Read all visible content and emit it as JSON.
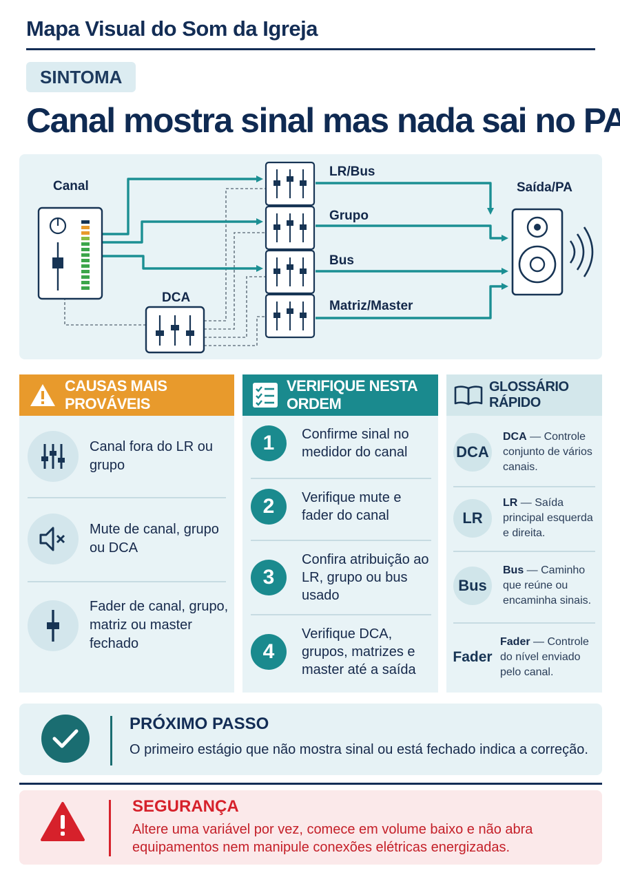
{
  "header": {
    "app_title": "Mapa Visual do Som da Igreja",
    "symptom_label": "SINTOMA",
    "headline": "Canal mostra sinal mas nada sai no PA"
  },
  "diagram": {
    "canal_label": "Canal",
    "dca_label": "DCA",
    "output_label": "Saída/PA",
    "stages": [
      {
        "label": "LR/Bus"
      },
      {
        "label": "Grupo"
      },
      {
        "label": "Bus"
      },
      {
        "label": "Matriz/Master"
      }
    ]
  },
  "causes": {
    "title": "CAUSAS MAIS PROVÁVEIS",
    "color": "#e89a2c",
    "items": [
      {
        "icon": "fader-icon",
        "text": "Canal fora do LR ou grupo"
      },
      {
        "icon": "mute-speaker-icon",
        "text": "Mute de canal, grupo ou DCA"
      },
      {
        "icon": "single-fader-icon",
        "text": "Fader de canal, grupo, matriz ou master fechado"
      }
    ]
  },
  "steps": {
    "title": "VERIFIQUE NESTA ORDEM",
    "color": "#1a8a8e",
    "items": [
      {
        "num": "1",
        "text": "Confirme sinal no medidor do canal"
      },
      {
        "num": "2",
        "text": "Verifique mute e fader do canal"
      },
      {
        "num": "3",
        "text": "Confira atribuição ao LR, grupo ou bus usado"
      },
      {
        "num": "4",
        "text": "Verifique DCA, grupos, matrizes e master até a saída"
      }
    ]
  },
  "glossary": {
    "title": "GLOSSÁRIO RÁPIDO",
    "color": "#d3e7eb",
    "items": [
      {
        "abbr": "DCA",
        "term": "DCA",
        "def": " — Controle conjunto de vários canais."
      },
      {
        "abbr": "LR",
        "term": "LR",
        "def": " — Saída principal esquerda e direita."
      },
      {
        "abbr": "Bus",
        "term": "Bus",
        "def": " — Caminho que reúne ou encaminha sinais."
      },
      {
        "abbr": "Fader",
        "term": "Fader",
        "def": " — Controle do nível enviado pelo canal."
      }
    ]
  },
  "next_step": {
    "title": "PRÓXIMO PASSO",
    "text": "O primeiro estágio que não mostra sinal ou está fechado indica a correção."
  },
  "safety": {
    "title": "SEGURANÇA",
    "text_line1": "Altere uma variável por vez, comece em volume baixo e não abra",
    "text_line2": "equipamentos nem manipule conexões elétricas energizadas.",
    "color": "#d6212b"
  }
}
